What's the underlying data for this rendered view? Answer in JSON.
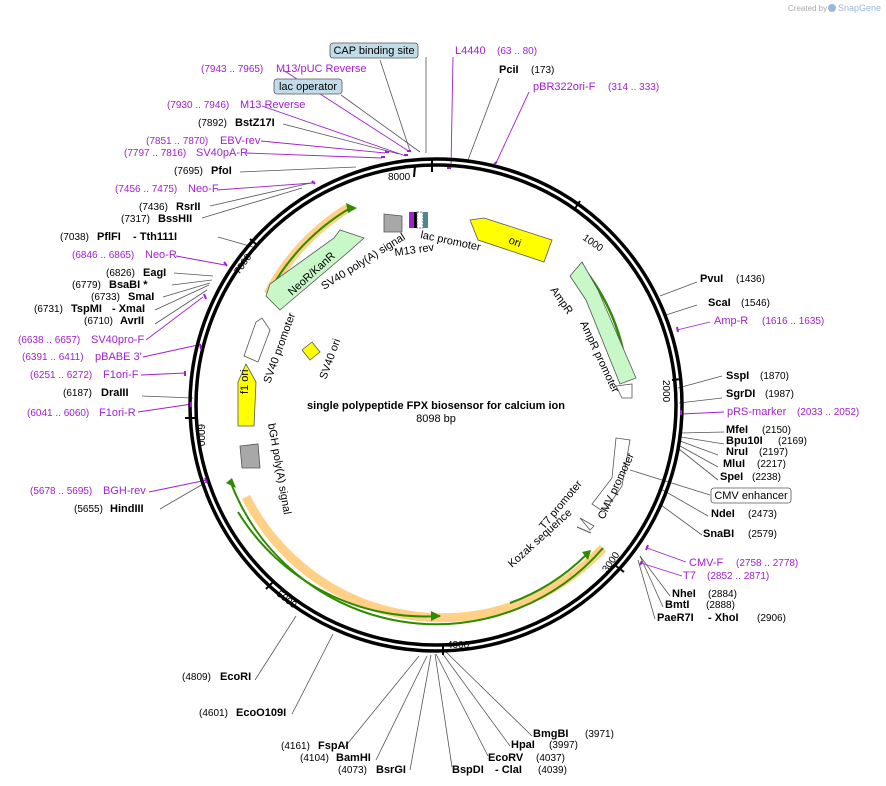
{
  "header": {
    "created_by": "Created by",
    "brand": "SnapGene"
  },
  "title": "single polypeptide FPX biosensor for calcium ion",
  "length_label": "8098 bp",
  "length": 8098,
  "ticks": [
    "1000",
    "2000",
    "3000",
    "4000",
    "5000",
    "6000",
    "7000",
    "8000"
  ],
  "sites": [
    {
      "name": "PciI",
      "pos": "(173)"
    },
    {
      "name": "PvuI",
      "pos": "(1436)"
    },
    {
      "name": "ScaI",
      "pos": "(1546)"
    },
    {
      "name": "SspI",
      "pos": "(1870)"
    },
    {
      "name": "SgrDI",
      "pos": "(1987)"
    },
    {
      "name": "MfeI",
      "pos": "(2150)"
    },
    {
      "name": "Bpu10I",
      "pos": "(2169)"
    },
    {
      "name": "NruI",
      "pos": "(2197)"
    },
    {
      "name": "MluI",
      "pos": "(2217)"
    },
    {
      "name": "SpeI",
      "pos": "(2238)"
    },
    {
      "name": "NdeI",
      "pos": "(2473)"
    },
    {
      "name": "SnaBI",
      "pos": "(2579)"
    },
    {
      "name": "NheI",
      "pos": "(2884)"
    },
    {
      "name": "BmtI",
      "pos": "(2888)"
    },
    {
      "name": "PaeR7I",
      "name2": "- XhoI",
      "pos": "(2906)"
    },
    {
      "name": "BmgBI",
      "pos": "(3971)"
    },
    {
      "name": "HpaI",
      "pos": "(3997)"
    },
    {
      "name": "EcoRV",
      "pos": "(4037)"
    },
    {
      "name": "BspDI",
      "name2": "- ClaI",
      "pos": "(4039)"
    },
    {
      "name": "BsrGI",
      "pos": "(4073)"
    },
    {
      "name": "BamHI",
      "pos": "(4104)"
    },
    {
      "name": "FspAI",
      "pos": "(4161)"
    },
    {
      "name": "EcoO109I",
      "pos": "(4601)"
    },
    {
      "name": "EcoRI",
      "pos": "(4809)"
    },
    {
      "name": "HindIII",
      "pos": "(5655)"
    },
    {
      "name": "DraIII",
      "pos": "(6187)"
    },
    {
      "name": "AvrII",
      "pos": "(6710)"
    },
    {
      "name": "TspMI",
      "name2": "- XmaI",
      "pos": "(6731)"
    },
    {
      "name": "SmaI",
      "pos": "(6733)"
    },
    {
      "name": "BsaBI *",
      "pos": "(6779)"
    },
    {
      "name": "EagI",
      "pos": "(6826)"
    },
    {
      "name": "PflFI",
      "name2": "- Tth111I",
      "pos": "(7038)"
    },
    {
      "name": "BssHII",
      "pos": "(7317)"
    },
    {
      "name": "RsrII",
      "pos": "(7436)"
    },
    {
      "name": "PfoI",
      "pos": "(7695)"
    },
    {
      "name": "BstZ17I",
      "pos": "(7892)"
    }
  ],
  "primers": [
    {
      "name": "L4440",
      "range": "(63 .. 80)"
    },
    {
      "name": "pBR322ori-F",
      "range": "(314 .. 333)"
    },
    {
      "name": "Amp-R",
      "range": "(1616 .. 1635)"
    },
    {
      "name": "pRS-marker",
      "range": "(2033 .. 2052)"
    },
    {
      "name": "CMV-F",
      "range": "(2758 .. 2778)"
    },
    {
      "name": "T7",
      "range": "(2852 .. 2871)"
    },
    {
      "name": "BGH-rev",
      "range": "(5678 .. 5695)"
    },
    {
      "name": "F1ori-R",
      "range": "(6041 .. 6060)"
    },
    {
      "name": "F1ori-F",
      "range": "(6251 .. 6272)"
    },
    {
      "name": "pBABE 3'",
      "range": "(6391 .. 6411)"
    },
    {
      "name": "SV40pro-F",
      "range": "(6638 .. 6657)"
    },
    {
      "name": "Neo-R",
      "range": "(6846 .. 6865)"
    },
    {
      "name": "Neo-F",
      "range": "(7456 .. 7475)"
    },
    {
      "name": "SV40pA-R",
      "range": "(7797 .. 7816)"
    },
    {
      "name": "EBV-rev",
      "range": "(7851 .. 7870)"
    },
    {
      "name": "M13 Reverse",
      "range": "(7930 .. 7946)"
    },
    {
      "name": "M13/pUC Reverse",
      "range": "(7943 .. 7965)"
    }
  ],
  "boxed": [
    "CAP binding site",
    "lac operator",
    "CMV enhancer"
  ],
  "features": {
    "ori": "ori",
    "ampr": "AmpR",
    "ampr_promoter": "AmpR promoter",
    "cmv_promoter": "CMV promoter",
    "t7_promoter": "T7 promoter",
    "kozak": "Kozak sequence",
    "bgh": "bGH poly(A) signal",
    "f1_ori": "f1 ori",
    "sv40_promoter": "SV40 promoter",
    "sv40_ori": "SV40 ori",
    "neor": "NeoR/KanR",
    "sv40_polya": "SV40 poly(A) signal",
    "lac_promoter": "lac promoter",
    "m13_rev": "M13 rev"
  },
  "colors": {
    "primer": "#a020d0",
    "ori": "#ffff00",
    "cds": "#c8f7c8",
    "orf": "#ffc870",
    "orf_arrow": "#2e8b00",
    "polya": "#a8a8a8",
    "box_fill": "#c0dce8"
  }
}
